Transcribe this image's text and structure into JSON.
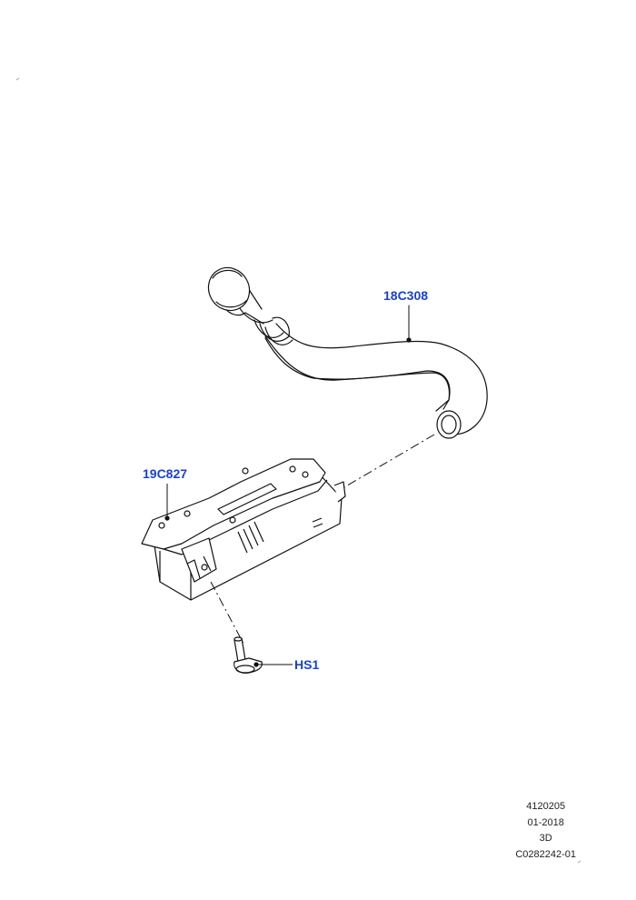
{
  "callouts": {
    "hose": "18C308",
    "module": "19C827",
    "screw": "HS1"
  },
  "footer": {
    "line1": "4120205",
    "line2": "01-2018",
    "line3": "3D",
    "line4": "C0282242-01"
  },
  "colors": {
    "callout_text": "#1a3fd6",
    "line_art": "#111111"
  }
}
